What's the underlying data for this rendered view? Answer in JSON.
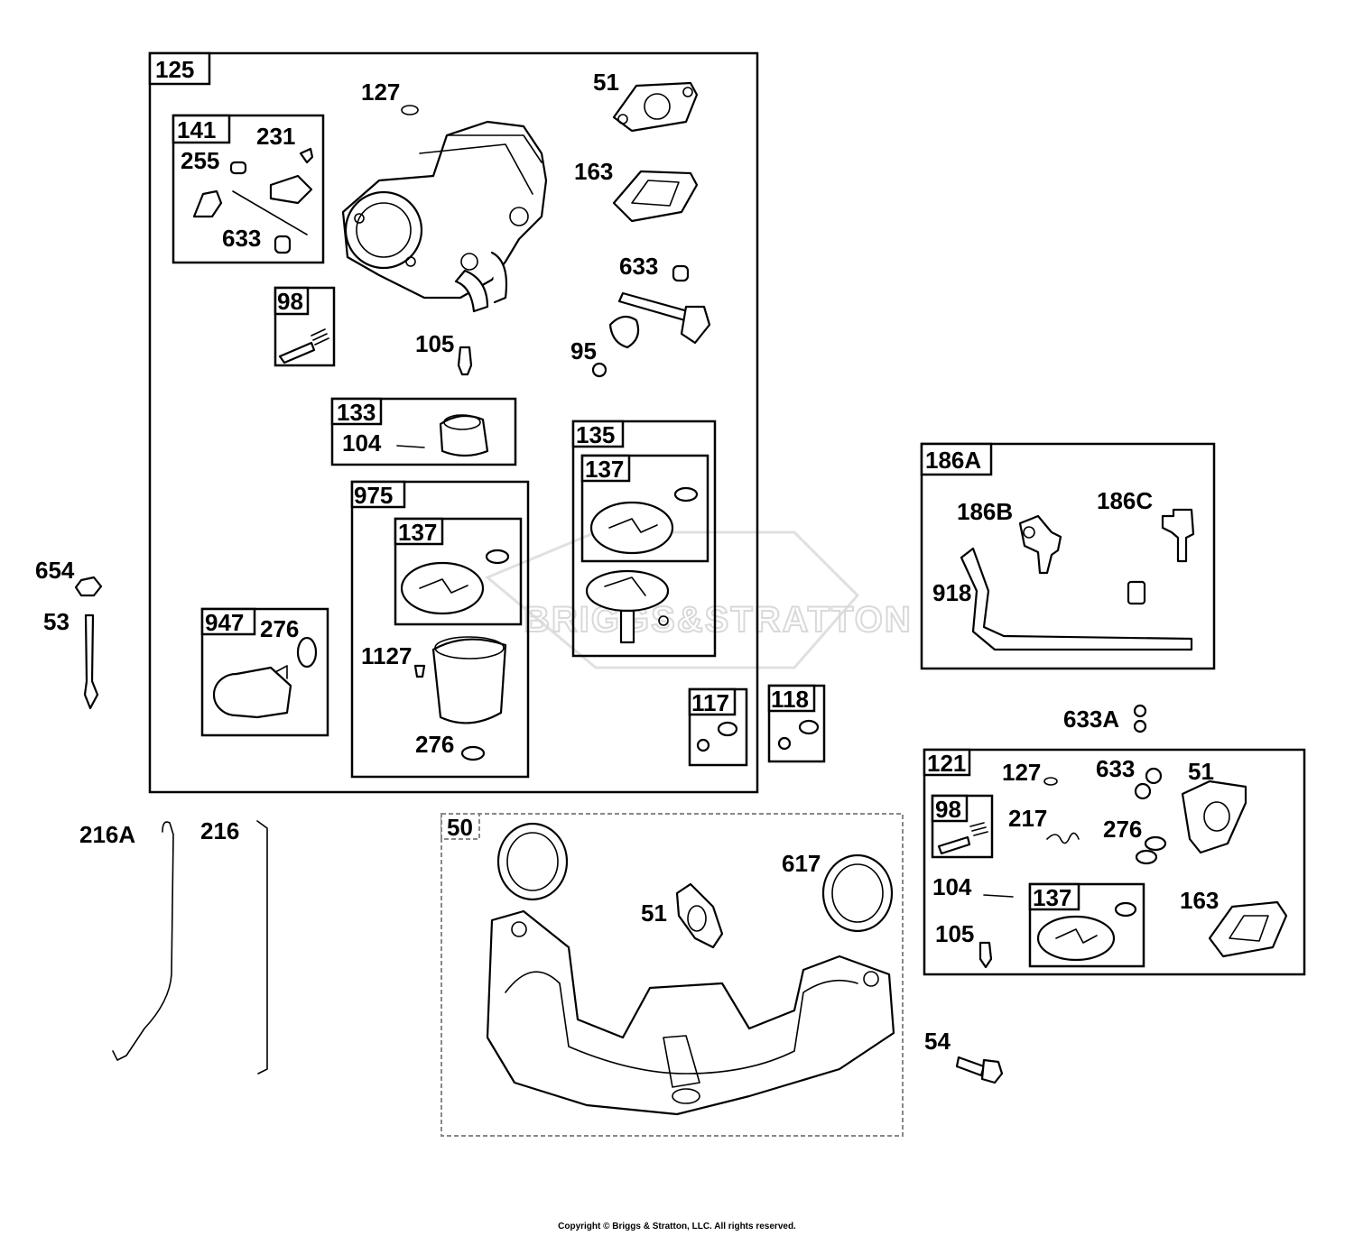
{
  "copyright": "Copyright © Briggs & Stratton, LLC. All rights reserved.",
  "watermark": "BRIGGS&STRATTON",
  "groups": {
    "g125": "125",
    "g141": "141",
    "g98": "98",
    "g133": "133",
    "g135": "135",
    "g137a": "137",
    "g975": "975",
    "g137b": "137",
    "g947": "947",
    "g117": "117",
    "g118": "118",
    "g186A": "186A",
    "g121": "121",
    "g98b": "98",
    "g137c": "137",
    "g50": "50"
  },
  "labels": {
    "l127": "127",
    "l51": "51",
    "l231": "231",
    "l255": "255",
    "l633": "633",
    "l163": "163",
    "l633b": "633",
    "l95": "95",
    "l105": "105",
    "l104": "104",
    "l1127": "1127",
    "l276a": "276",
    "l276b": "276",
    "l654": "654",
    "l53": "53",
    "l216A": "216A",
    "l216": "216",
    "l51b": "51",
    "l617": "617",
    "l186B": "186B",
    "l186C": "186C",
    "l918": "918",
    "l633A": "633A",
    "l127b": "127",
    "l633c": "633",
    "l51c": "51",
    "l217": "217",
    "l276c": "276",
    "l104b": "104",
    "l163b": "163",
    "l105b": "105",
    "l54": "54"
  }
}
